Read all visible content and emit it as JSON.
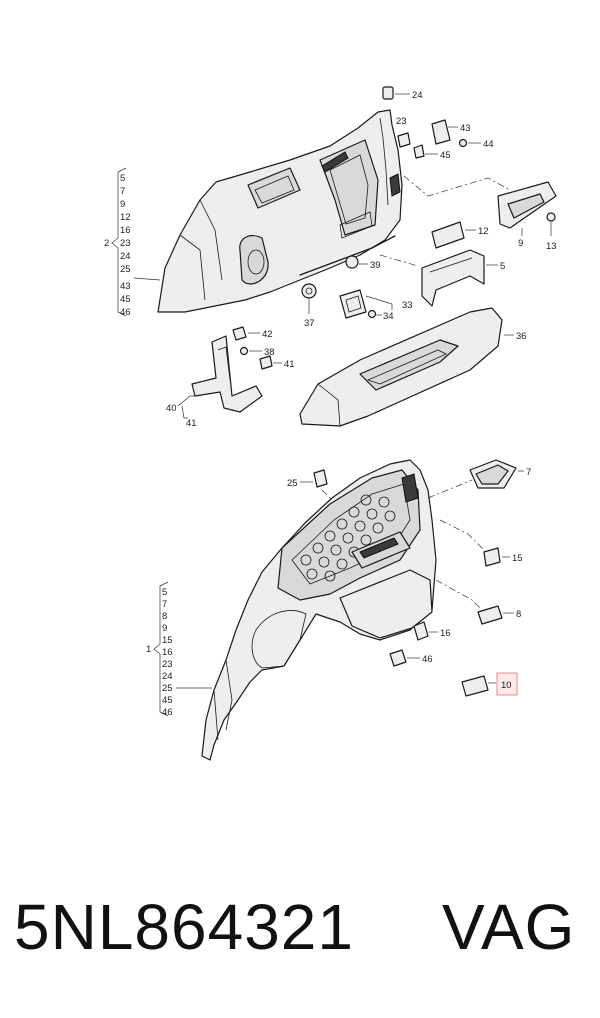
{
  "callouts": {
    "c24": "24",
    "c23": "23",
    "c43": "43",
    "c44": "44",
    "c45": "45",
    "c12": "12",
    "c9": "9",
    "c13": "13",
    "c5": "5",
    "c39": "39",
    "c33": "33",
    "c34": "34",
    "c37": "37",
    "c36": "36",
    "c42": "42",
    "c38": "38",
    "c41": "41",
    "c40": "40",
    "c41b": "41",
    "c25": "25",
    "c7": "7",
    "c15": "15",
    "c8": "8",
    "c16": "16",
    "c46": "46",
    "c10": "10"
  },
  "upper_group": {
    "ref": "2",
    "items": [
      "5",
      "7",
      "9",
      "12",
      "16",
      "23",
      "24",
      "25",
      "43",
      "45",
      "46"
    ]
  },
  "lower_group": {
    "ref": "1",
    "items": [
      "5",
      "7",
      "8",
      "9",
      "15",
      "16",
      "23",
      "24",
      "25",
      "45",
      "46"
    ]
  },
  "caption": {
    "part_number": "5NL864321",
    "brand": "VAG"
  },
  "colors": {
    "highlight_fill": "#fde8ea",
    "highlight_stroke": "#e38a95"
  }
}
